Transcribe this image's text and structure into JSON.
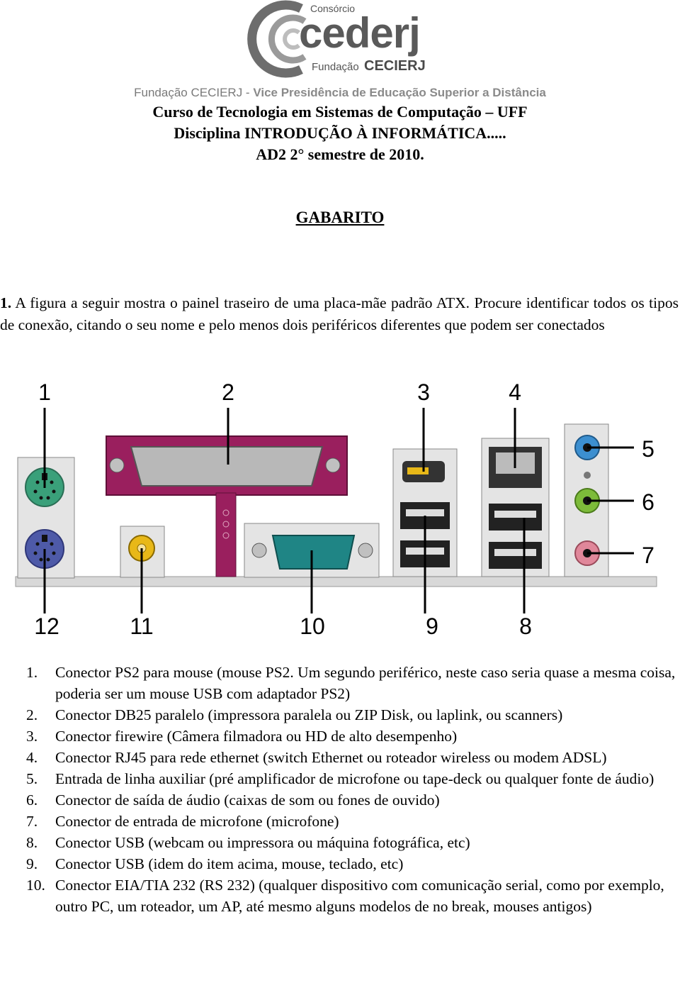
{
  "logo": {
    "small_top": "Consórcio",
    "main": "cederj",
    "small_bottom_prefix": "Fundação",
    "small_bottom_bold": "CECIERJ"
  },
  "header": {
    "org_prefix": "Fundação CECIERJ - ",
    "org_bold": "Vice Presidência de Educação Superior a Distância",
    "course": "Curso de Tecnologia em Sistemas de Computação – UFF",
    "discipline": "Disciplina  INTRODUÇÃO À INFORMÁTICA.....",
    "semester": "AD2  2° semestre de 2010."
  },
  "title": "GABARITO",
  "question": {
    "number": "1.",
    "text": "A figura a seguir mostra o painel traseiro de uma placa-mãe padrão ATX. Procure identificar todos os tipos de conexão, citando o seu nome e pelo menos dois periféricos diferentes que podem ser conectados"
  },
  "figure_labels": {
    "top": [
      "1",
      "2",
      "3",
      "4"
    ],
    "right": [
      "5",
      "6",
      "7"
    ],
    "bottom": [
      "12",
      "11",
      "10",
      "9",
      "8"
    ]
  },
  "answers": [
    {
      "num": "1.",
      "text": "Conector PS2 para mouse (mouse PS2. Um segundo periférico, neste caso seria quase a mesma coisa, poderia ser um mouse USB com adaptador PS2)"
    },
    {
      "num": "2.",
      "text": "Conector DB25 paralelo (impressora paralela ou ZIP Disk, ou laplink, ou scanners)"
    },
    {
      "num": "3.",
      "text": "Conector firewire (Câmera filmadora ou HD de alto desempenho)"
    },
    {
      "num": "4.",
      "text": "Conector RJ45 para rede ethernet (switch Ethernet ou roteador wireless ou modem ADSL)"
    },
    {
      "num": "5.",
      "text": "Entrada de linha auxiliar (pré amplificador de microfone ou tape-deck ou qualquer fonte de áudio)"
    },
    {
      "num": "6.",
      "text": "Conector de saída de áudio (caixas de som ou fones de ouvido)"
    },
    {
      "num": "7.",
      "text": "Conector de entrada de microfone (microfone)"
    },
    {
      "num": "8.",
      "text": "Conector USB (webcam ou impressora ou máquina fotográfica, etc)"
    },
    {
      "num": "9.",
      "text": "Conector USB (idem do item acima, mouse, teclado, etc)"
    },
    {
      "num": "10.",
      "text": "Conector EIA/TIA 232 (RS 232) (qualquer dispositivo com comunicação serial, como por exemplo, outro PC, um roteador, um AP, até mesmo alguns modelos de no break, mouses antigos)"
    }
  ],
  "colors": {
    "ps2_mouse": "#3aa07a",
    "ps2_keyboard": "#4e5aa8",
    "parallel": "#9a1f5e",
    "serial": "#1f8585",
    "audio_line_in": "#3c8fd0",
    "audio_out": "#7dbb3a",
    "audio_mic": "#e0879a",
    "spdif": "#e8b818"
  }
}
